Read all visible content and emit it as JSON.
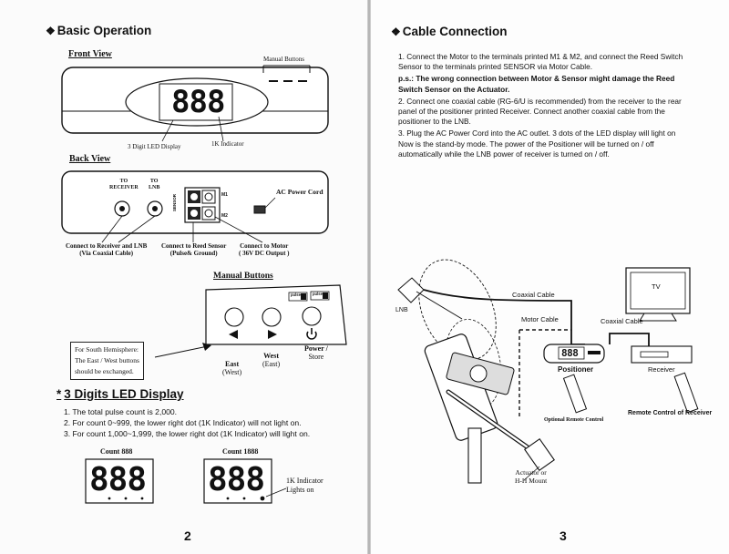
{
  "left_page": {
    "title": "Basic Operation",
    "front_view": {
      "label": "Front View",
      "manual_buttons": "Manual Buttons",
      "led_digits": "888",
      "led_display": "3 Digit LED Display",
      "indicator": "1K Indicator"
    },
    "back_view": {
      "label": "Back View",
      "to_receiver_1": "TO",
      "to_receiver_2": "RECEIVER",
      "to_lnb_1": "TO",
      "to_lnb_2": "LNB",
      "sensor": "SENSOR",
      "m1": "M1",
      "m2": "M2",
      "ac_power_cord": "AC Power Cord",
      "conn_receiver_1": "Connect to Receiver and LNB",
      "conn_receiver_2": "(Via Coaxial Cable)",
      "conn_reed_1": "Connect to Reed Sensor",
      "conn_reed_2": "(Pulse& Ground)",
      "conn_motor_1": "Connect to Motor",
      "conn_motor_2": "( 36V DC Output )"
    },
    "manual_buttons_section": {
      "title": "Manual Buttons",
      "note_1": "For South Hemisphere:",
      "note_2": "The East / West buttons",
      "note_3": "should be exchanged.",
      "east_1": "East",
      "east_2": "(West)",
      "west_1": "West",
      "west_2": "(East)",
      "power_1": "Power /",
      "power_2": "Store"
    },
    "led_section": {
      "title": "3 Digits LED Display",
      "items": [
        "1. The total pulse count is 2,000.",
        "2. For count 0~999, the lower right dot (1K Indicator) will not light on.",
        "3. For count 1,000~1,999, the lower right dot (1K Indicator) will light on."
      ],
      "count_a": "Count 888",
      "count_b": "Count 1888",
      "digits": "888",
      "indicator_1": "1K Indicator",
      "indicator_2": "Lights on"
    },
    "page_number": "2"
  },
  "right_page": {
    "title": "Cable Connection",
    "steps": [
      "1. Connect the Motor to the terminals printed M1 & M2, and connect the Reed Switch",
      "    Sensor to the terminals printed SENSOR via Motor Cable.",
      "p.s.: The wrong connection between Motor & Sensor might damage the Reed",
      "         Switch Sensor on the Actuator.",
      "2. Connect one coaxial cable (RG-6/U is recommended) from the receiver to the rear",
      "    panel of the positioner printed Receiver.  Connect another coaxial cable from the",
      "    positioner to the LNB.",
      "3. Plug the AC Power Cord into the AC outlet. 3 dots of the LED display will light on",
      "    Now is the stand-by mode.  The power of the Positioner will be turned on / off",
      "    automatically while the LNB power of receiver is turned on / off."
    ],
    "diagram": {
      "lnb": "LNB",
      "coaxial_cable_1": "Coaxial Cable",
      "motor_cable": "Motor Cable",
      "coaxial_cable_2": "Coaxial Cable",
      "tv": "TV",
      "positioner": "Positioner",
      "receiver": "Receiver",
      "optional_remote": "Optional Remote Control",
      "remote_receiver": "Remote Control of Receiver",
      "actuator_1": "Actuator or",
      "actuator_2": "H-H Mount",
      "led_digits": "888"
    },
    "page_number": "3"
  }
}
